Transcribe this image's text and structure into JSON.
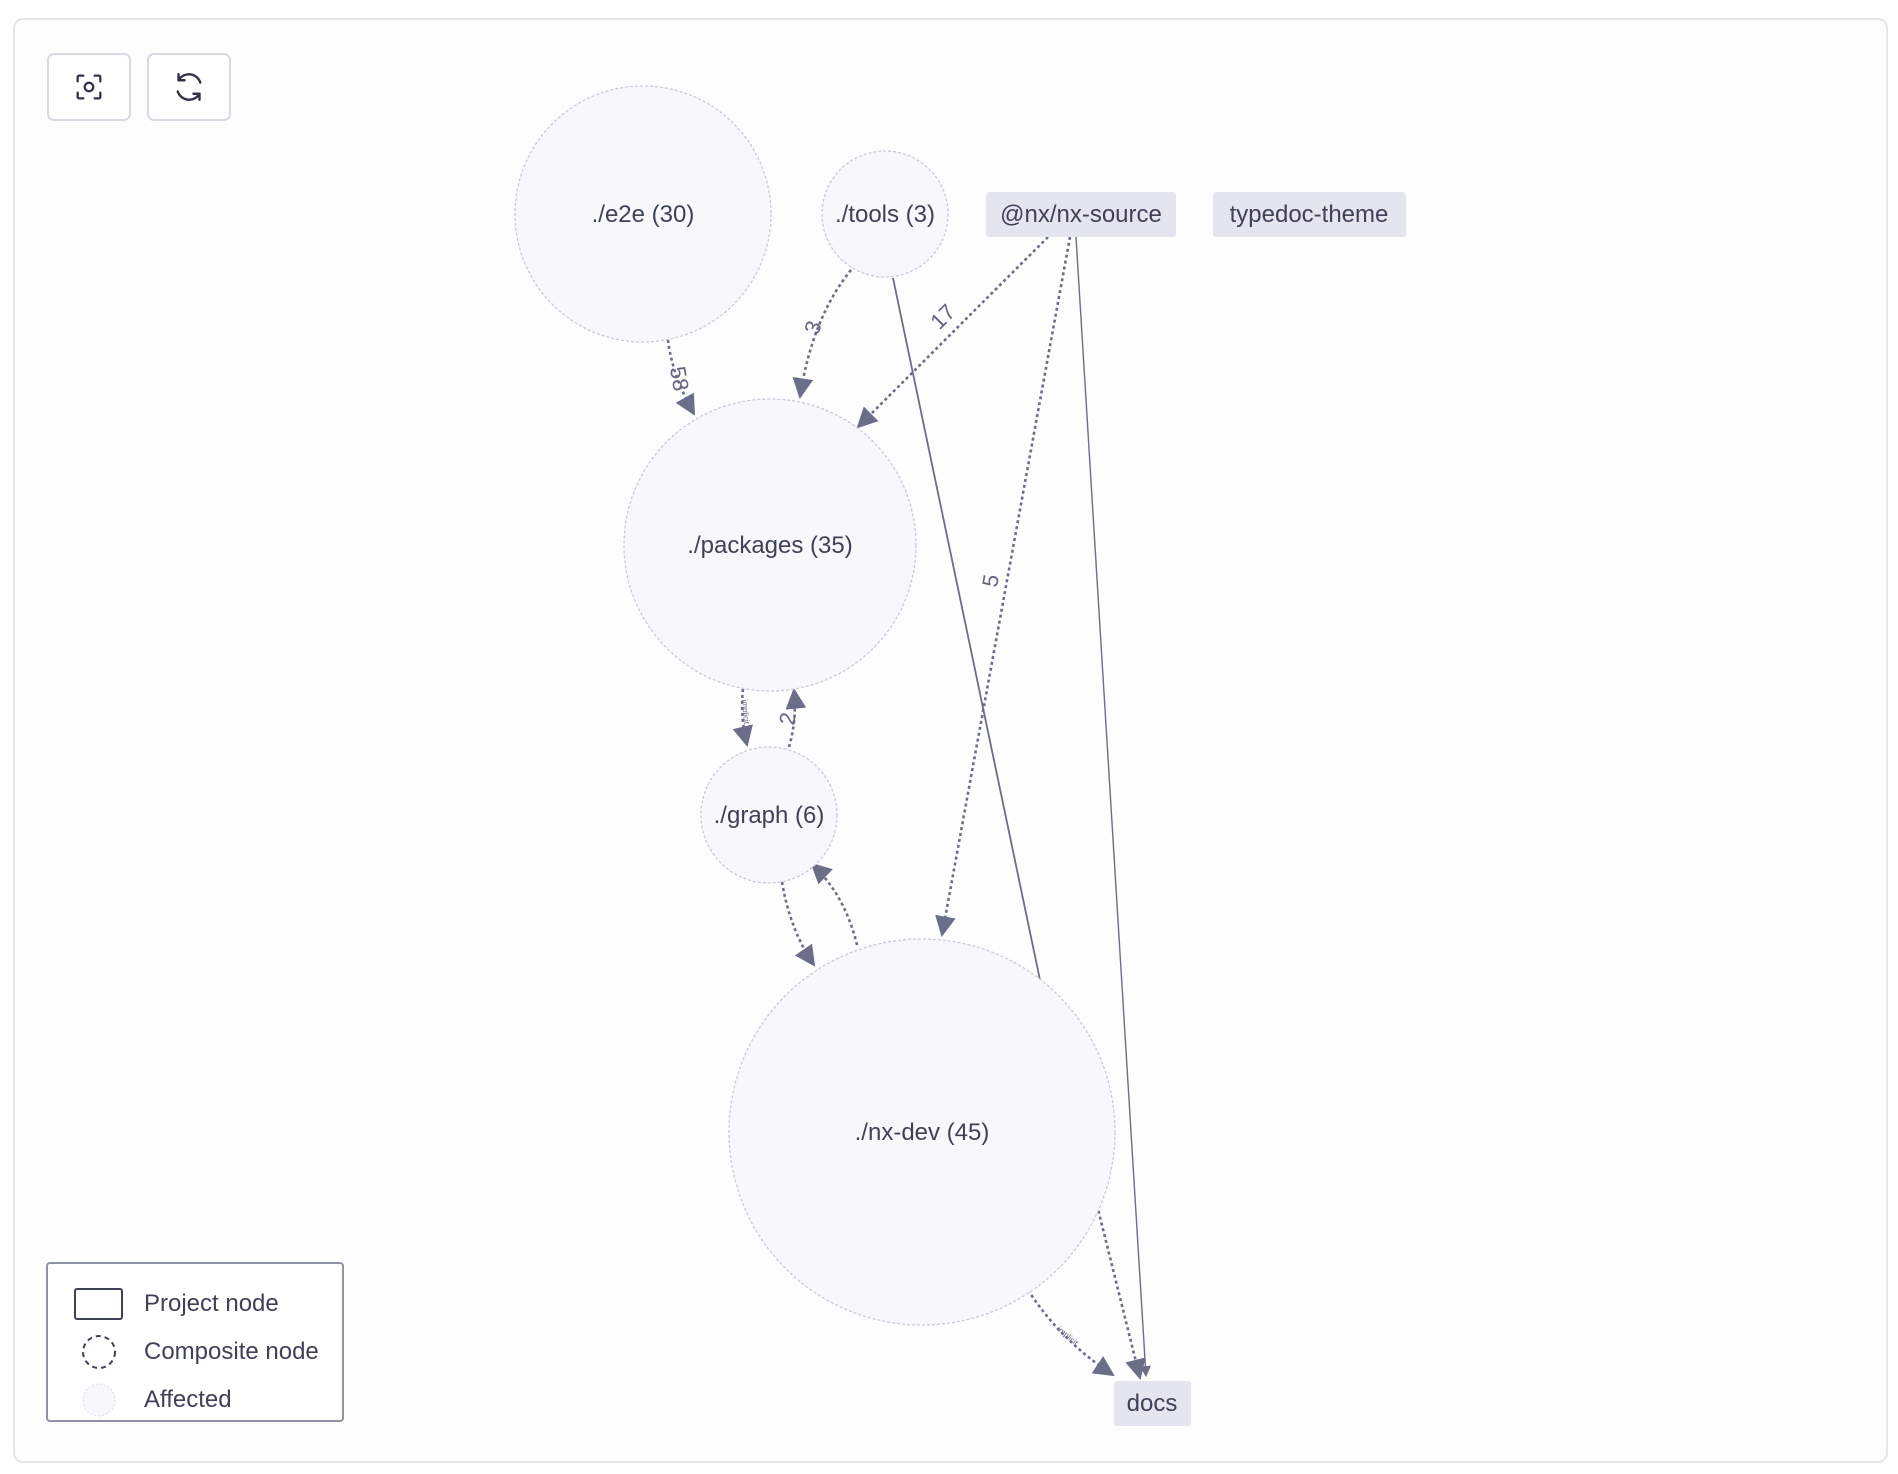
{
  "toolbar": {
    "fit_icon": "focus-center-icon",
    "reset_icon": "refresh-icon"
  },
  "colors": {
    "composite_fill": "#f8f8fc",
    "composite_stroke": "#c9cad7",
    "project_fill": "#e4e5ef",
    "edge": "#6a6e88",
    "text": "#3d4257"
  },
  "nodes": {
    "e2e": "./e2e (30)",
    "tools": "./tools (3)",
    "nx_source": "@nx/nx-source",
    "typedoc_theme": "typedoc-theme",
    "packages": "./packages (35)",
    "graph": "./graph (6)",
    "nx_dev": "./nx-dev (45)",
    "docs": "docs"
  },
  "edges": {
    "e2e_packages": "58",
    "tools_packages": "3",
    "nxsource_packages": "17",
    "nxsource_nxdev": "5",
    "graph_packages": "2",
    "packages_graph": "implicit",
    "nxdev_docs": "implicit"
  },
  "legend": {
    "project_node": "Project node",
    "composite_node": "Composite node",
    "affected": "Affected"
  }
}
